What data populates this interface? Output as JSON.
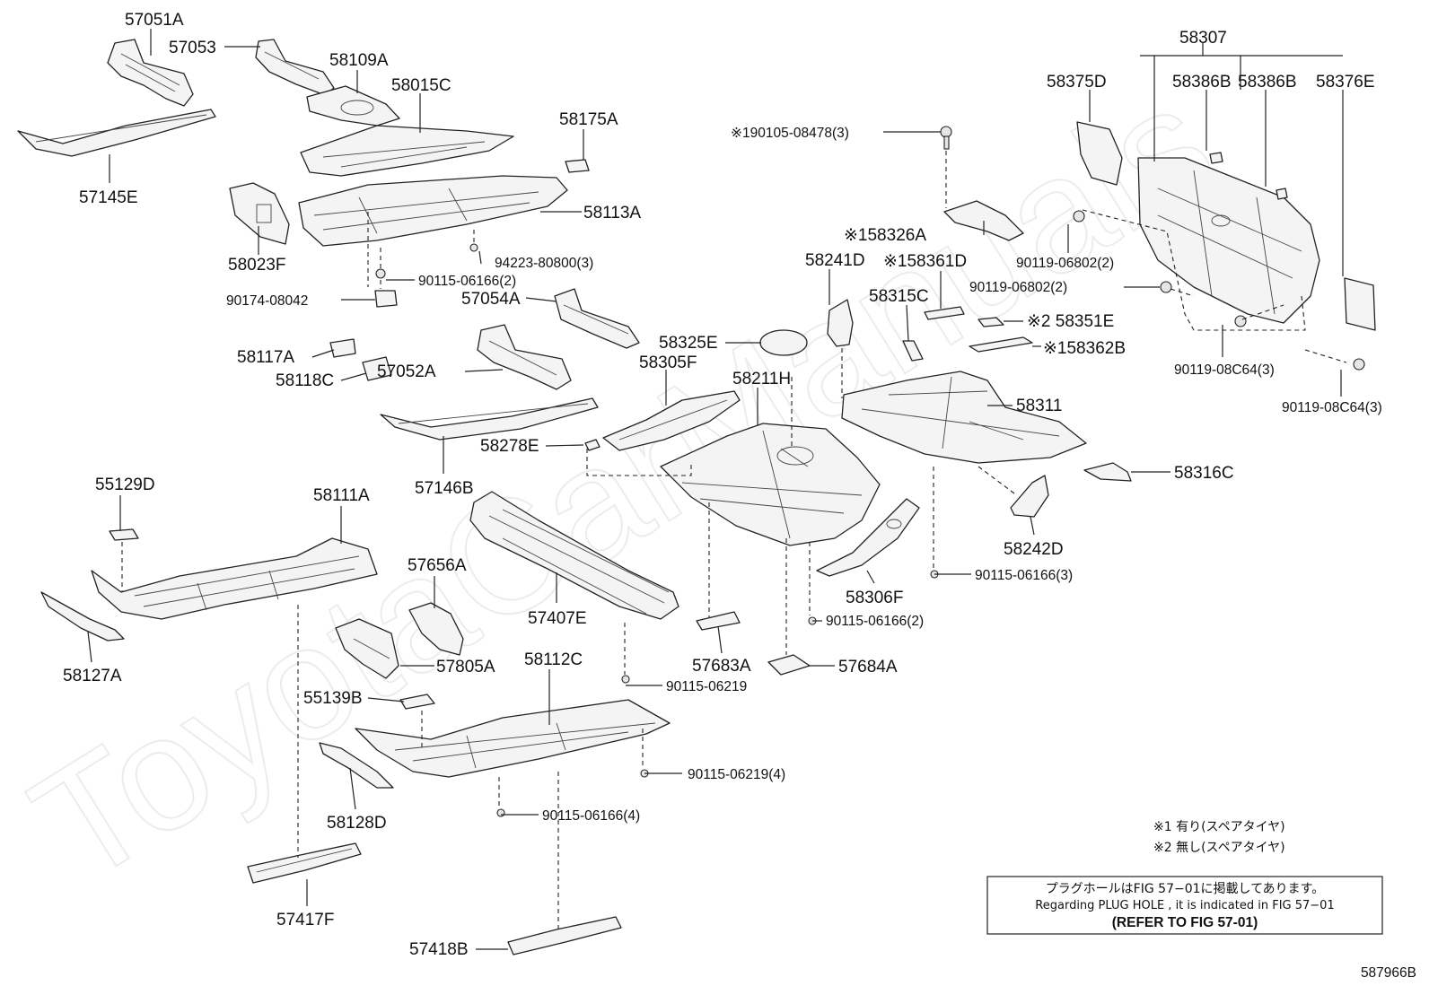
{
  "diagram": {
    "watermark": "ToyotaCarManuals",
    "figure_code": "587966B",
    "parts": [
      {
        "id": "p57051A",
        "label": "57051A"
      },
      {
        "id": "p57053",
        "label": "57053"
      },
      {
        "id": "p58109A",
        "label": "58109A"
      },
      {
        "id": "p58015C",
        "label": "58015C"
      },
      {
        "id": "p57145E",
        "label": "57145E"
      },
      {
        "id": "p58175A",
        "label": "58175A"
      },
      {
        "id": "p58113A",
        "label": "58113A"
      },
      {
        "id": "p58023F",
        "label": "58023F"
      },
      {
        "id": "p94223",
        "label": "94223-80800(3)"
      },
      {
        "id": "p90115a",
        "label": "90115-06166(2)"
      },
      {
        "id": "p90174",
        "label": "90174-08042"
      },
      {
        "id": "p57054A",
        "label": "57054A"
      },
      {
        "id": "p58117A",
        "label": "58117A"
      },
      {
        "id": "p58118C",
        "label": "58118C"
      },
      {
        "id": "p57052A",
        "label": "57052A"
      },
      {
        "id": "p57146B",
        "label": "57146B"
      },
      {
        "id": "p55129D",
        "label": "55129D"
      },
      {
        "id": "p58111A",
        "label": "58111A"
      },
      {
        "id": "p58127A",
        "label": "58127A"
      },
      {
        "id": "p57656A",
        "label": "57656A"
      },
      {
        "id": "p57805A",
        "label": "57805A"
      },
      {
        "id": "p55139B",
        "label": "55139B"
      },
      {
        "id": "p58128D",
        "label": "58128D"
      },
      {
        "id": "p57417F",
        "label": "57417F"
      },
      {
        "id": "p57407E",
        "label": "57407E"
      },
      {
        "id": "p58112C",
        "label": "58112C"
      },
      {
        "id": "p90115b",
        "label": "90115-06219"
      },
      {
        "id": "p90115c",
        "label": "90115-06219(4)"
      },
      {
        "id": "p90115d",
        "label": "90115-06166(4)"
      },
      {
        "id": "p57418B",
        "label": "57418B"
      },
      {
        "id": "p58278E",
        "label": "58278E"
      },
      {
        "id": "p58305F",
        "label": "58305F"
      },
      {
        "id": "p58325E",
        "label": "58325E"
      },
      {
        "id": "p58211H",
        "label": "58211H"
      },
      {
        "id": "p57683A",
        "label": "57683A"
      },
      {
        "id": "p57684A",
        "label": "57684A"
      },
      {
        "id": "p90115e",
        "label": "90115-06166(2)"
      },
      {
        "id": "p58306F",
        "label": "58306F"
      },
      {
        "id": "p90115f",
        "label": "90115-06166(3)"
      },
      {
        "id": "p58242D",
        "label": "58242D"
      },
      {
        "id": "p58316C",
        "label": "58316C"
      },
      {
        "id": "p58311",
        "label": "58311"
      },
      {
        "id": "p58241D",
        "label": "58241D"
      },
      {
        "id": "p58315C",
        "label": "58315C"
      },
      {
        "id": "p58361D",
        "label": "※158361D"
      },
      {
        "id": "p58351E",
        "label": "※2 58351E"
      },
      {
        "id": "p58362B",
        "label": "※158362B"
      },
      {
        "id": "p19010",
        "label": "※190105-08478(3)"
      },
      {
        "id": "p58326A",
        "label": "※158326A"
      },
      {
        "id": "p58307",
        "label": "58307"
      },
      {
        "id": "p58375D",
        "label": "58375D"
      },
      {
        "id": "p58386B1",
        "label": "58386B"
      },
      {
        "id": "p58386B2",
        "label": "58386B"
      },
      {
        "id": "p58376E",
        "label": "58376E"
      },
      {
        "id": "p90119a",
        "label": "90119-06802(2)"
      },
      {
        "id": "p90119b",
        "label": "90119-06802(2)"
      },
      {
        "id": "p90119c",
        "label": "90119-08C64(3)"
      },
      {
        "id": "p90119d",
        "label": "90119-08C64(3)"
      }
    ],
    "notes": {
      "note1": "※1 有り(スペアタイヤ)",
      "note2": "※2 無し(スペアタイヤ)"
    },
    "reference_box": {
      "line1": "プラグホールはFIG 57−01に掲載してあります。",
      "line2": "Regarding  PLUG  HOLE , it is indicated in FIG  57−01",
      "line3": "(REFER TO FIG 57-01)"
    }
  }
}
